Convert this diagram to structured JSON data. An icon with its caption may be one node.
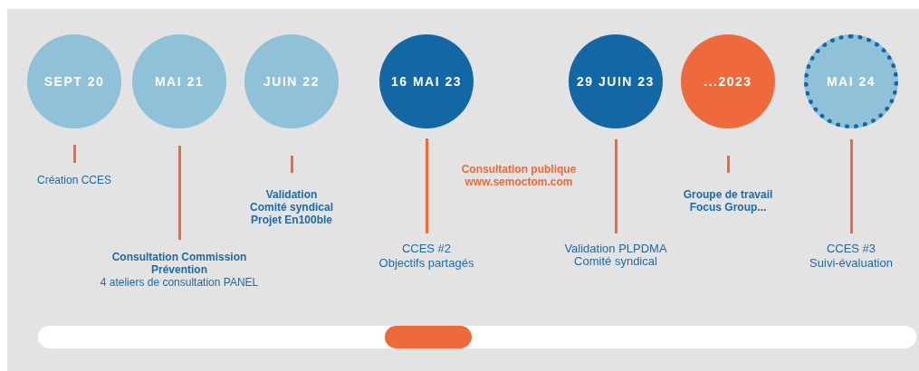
{
  "diagram": {
    "nodes": [
      {
        "text": [
          "SEPT 20"
        ]
      },
      {
        "text": [
          "MAI 21"
        ]
      },
      {
        "text": [
          "JUIN 22"
        ]
      },
      {
        "text": [
          "16 MAI 23"
        ]
      },
      {
        "text": [
          "29 JUIN 23"
        ]
      },
      {
        "text": [
          "...2023"
        ]
      },
      {
        "text": [
          "MAI 24"
        ]
      }
    ],
    "labels": [
      "Création CCES",
      "Consultation Commission Prévention",
      "4 ateliers de consultation PANEL",
      "Validation Comité syndical Projet En100ble",
      "CCES #2",
      "Objectifs partagés",
      "Consultation publique www.semoctom.com",
      "Validation PLPDMA Comité syndical",
      "Groupe de travail Focus Group...",
      "CCES #3",
      "Suivi-évaluation"
    ]
  }
}
